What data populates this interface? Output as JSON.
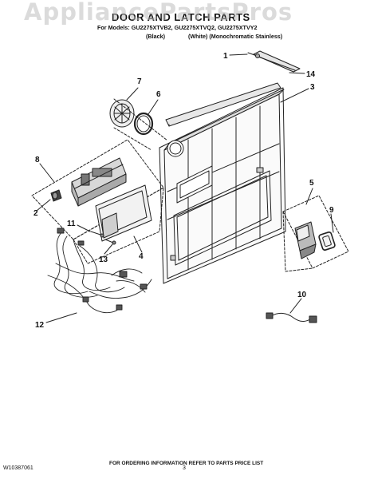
{
  "watermark": "AppliancePartsPros",
  "header": {
    "title": "DOOR AND LATCH PARTS",
    "models": "For Models: GU2275XTVB2, GU2275XTVQ2, GU2275XTVY2",
    "finish_black": "(Black)",
    "finish_white": "(White) (Monochromatic Stainless)"
  },
  "callouts": {
    "c1": "1",
    "c2": "2",
    "c3": "3",
    "c4": "4",
    "c5": "5",
    "c6": "6",
    "c7": "7",
    "c8": "8",
    "c9": "9",
    "c10": "10",
    "c11": "11",
    "c12": "12",
    "c13": "13",
    "c14": "14"
  },
  "footer": {
    "ordering_note": "FOR ORDERING INFORMATION REFER TO PARTS PRICE LIST",
    "doc_number": "W10387061",
    "page_number": "3"
  }
}
